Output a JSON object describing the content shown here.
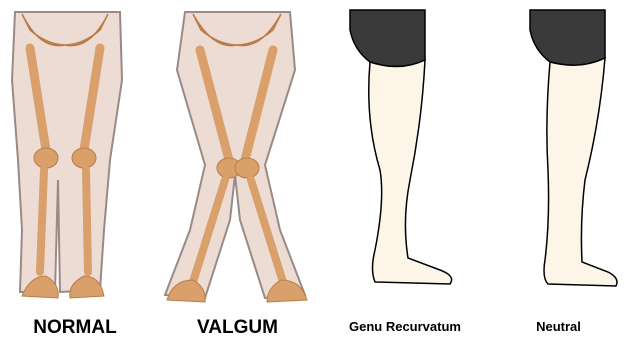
{
  "panels": [
    {
      "label": "NORMAL"
    },
    {
      "label": "VALGUM"
    },
    {
      "label": "Genu Recurvatum"
    },
    {
      "label": "Neutral"
    }
  ],
  "colors": {
    "skin_outline": "#9a8a86",
    "skin_fill": "#ecdcd4",
    "bone": "#d9a06b",
    "bone_dark": "#b97c48",
    "leg_fill": "#fdf5e8",
    "shorts": "#3a3a3a",
    "ink": "#000000"
  }
}
